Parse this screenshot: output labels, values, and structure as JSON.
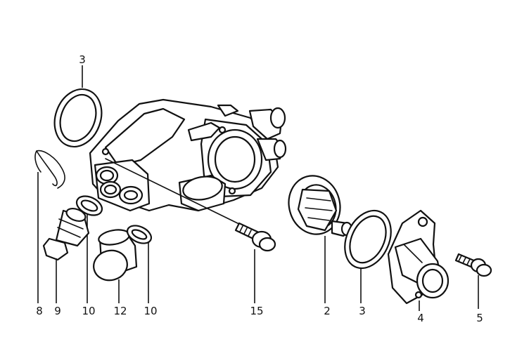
{
  "labels": {
    "p3_top": "3",
    "p8": "8",
    "p9": "9",
    "p10_left": "10",
    "p12": "12",
    "p10_right": "10",
    "p15": "15",
    "p2": "2",
    "p3_bottom": "3",
    "p4": "4",
    "p5": "5"
  }
}
